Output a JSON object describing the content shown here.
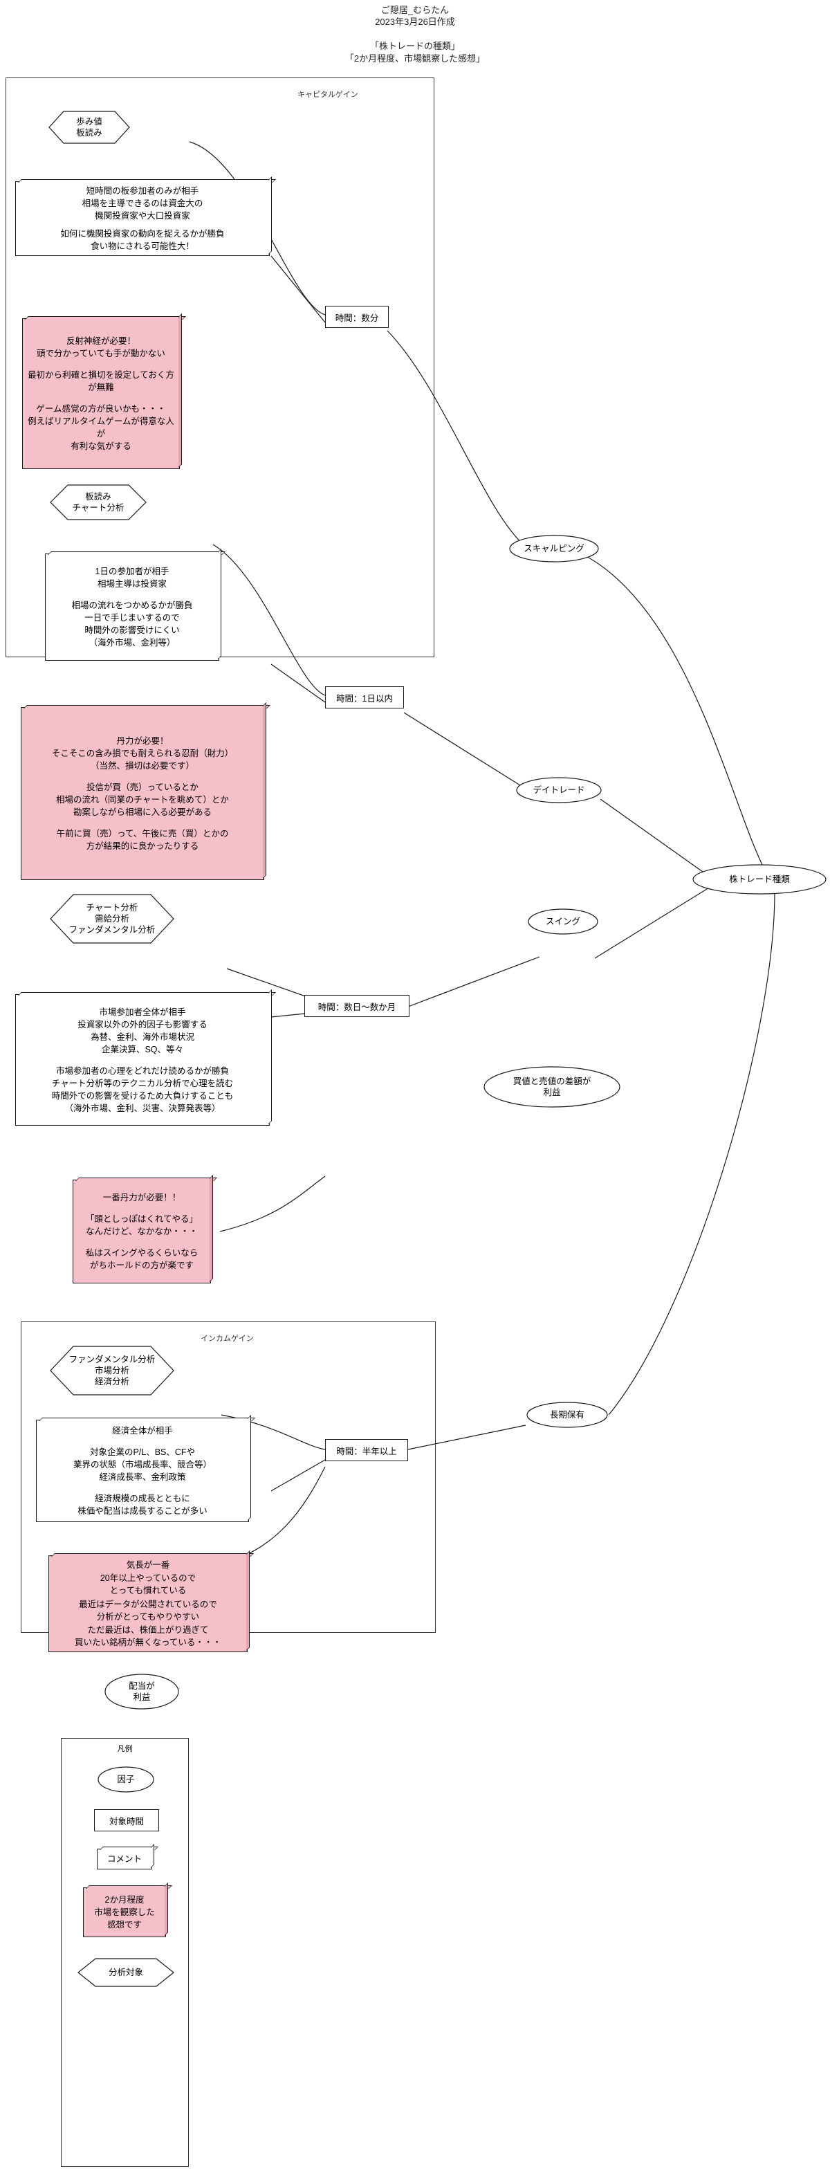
{
  "header": {
    "author": "ご隠居_むらたん",
    "date": "2023年3月26日作成",
    "title1": "「株トレードの種類」",
    "title2": "「2か月程度、市場観察した感想」"
  },
  "groups": {
    "capital_gain": "キャピタルゲイン",
    "income_gain": "インカムゲイン",
    "legend": "凡例"
  },
  "root": {
    "label": "株トレード種類"
  },
  "scalping": {
    "factor_l1": "歩み値",
    "factor_l2": "板読み",
    "time": "時間：数分",
    "name": "スキャルピング",
    "desc_l1": "短時間の板参加者のみが相手",
    "desc_l2": "相場を主導できるのは資金大の",
    "desc_l3": "機関投資家や大口投資家",
    "desc_l4": "如何に機関投資家の動向を捉えるかが勝負",
    "desc_l5": "食い物にされる可能性大！",
    "cmt_l1": "反射神経が必要！",
    "cmt_l2": "頭で分かっていても手が動かない",
    "cmt_l3": "最初から利確と損切を設定しておく方が無難",
    "cmt_l4": "ゲーム感覚の方が良いかも・・・",
    "cmt_l5": "例えばリアルタイムゲームが得意な人が",
    "cmt_l6": "有利な気がする"
  },
  "daytrade": {
    "factor_l1": "板読み",
    "factor_l2": "チャート分析",
    "time": "時間：1日以内",
    "name": "デイトレード",
    "desc_l1": "1日の参加者が相手",
    "desc_l2": "相場主導は投資家",
    "desc_l3": "相場の流れをつかめるかが勝負",
    "desc_l4": "一日で手じまいするので",
    "desc_l5": "時間外の影響受けにくい",
    "desc_l6": "（海外市場、金利等）",
    "cmt_l1": "丹力が必要！",
    "cmt_l2": "そこそこの含み損でも耐えられる忍耐（財力）",
    "cmt_l3": "（当然、損切は必要です）",
    "cmt_l4": "投信が買（売）っているとか",
    "cmt_l5": "相場の流れ（同業のチャートを眺めて）とか",
    "cmt_l6": "勘案しながら相場に入る必要がある",
    "cmt_l7": "午前に買（売）って、午後に売（買）とかの",
    "cmt_l8": "方が結果的に良かったりする"
  },
  "swing": {
    "factor_l1": "チャート分析",
    "factor_l2": "需給分析",
    "factor_l3": "ファンダメンタル分析",
    "time": "時間：数日～数か月",
    "name": "スイング",
    "profit_l1": "買値と売値の差額が",
    "profit_l2": "利益",
    "desc_l1": "市場参加者全体が相手",
    "desc_l2": "投資家以外の外的因子も影響する",
    "desc_l3": "為替、金利、海外市場状況",
    "desc_l4": "企業決算、SQ、等々",
    "desc_l5": "市場参加者の心理をどれだけ読めるかが勝負",
    "desc_l6": "チャート分析等のテクニカル分析で心理を読む",
    "desc_l7": "時間外での影響を受けるため大負けすることも",
    "desc_l8": "（海外市場、金利、災害、決算発表等）",
    "cmt_l1": "一番丹力が必要！！",
    "cmt_l2": "「頭としっぽはくれてやる」",
    "cmt_l3": "なんだけど、なかなか・・・",
    "cmt_l4": "私はスイングやるくらいなら",
    "cmt_l5": "がちホールドの方が楽です"
  },
  "longterm": {
    "factor_l1": "ファンダメンタル分析",
    "factor_l2": "市場分析",
    "factor_l3": "経済分析",
    "time": "時間：半年以上",
    "name": "長期保有",
    "profit_l1": "配当が",
    "profit_l2": "利益",
    "desc_l1": "経済全体が相手",
    "desc_l2": "対象企業のP/L、BS、CFや",
    "desc_l3": "業界の状態（市場成長率、競合等）",
    "desc_l4": "経済成長率、金利政策",
    "desc_l5": "経済規模の成長とともに",
    "desc_l6": "株価や配当は成長することが多い",
    "cmt_l1": "気長が一番",
    "cmt_l2": "20年以上やっているので",
    "cmt_l3": "とっても慣れている",
    "cmt_l4": "最近はデータが公開されているので",
    "cmt_l5": "分析がとってもやりやすい",
    "cmt_l6": "ただ最近は、株価上がり過ぎて",
    "cmt_l7": "買いたい銘柄が無くなっている・・・"
  },
  "legend": {
    "factor": "因子",
    "time": "対象時間",
    "comment": "コメント",
    "impression_l1": "2か月程度",
    "impression_l2": "市場を観察した",
    "impression_l3": "感想です",
    "analysis_target": "分析対象"
  },
  "colors": {
    "pink": "#f6c0ca",
    "pink_shadow": "#e2a9b4",
    "line": "#1a1a1a"
  }
}
